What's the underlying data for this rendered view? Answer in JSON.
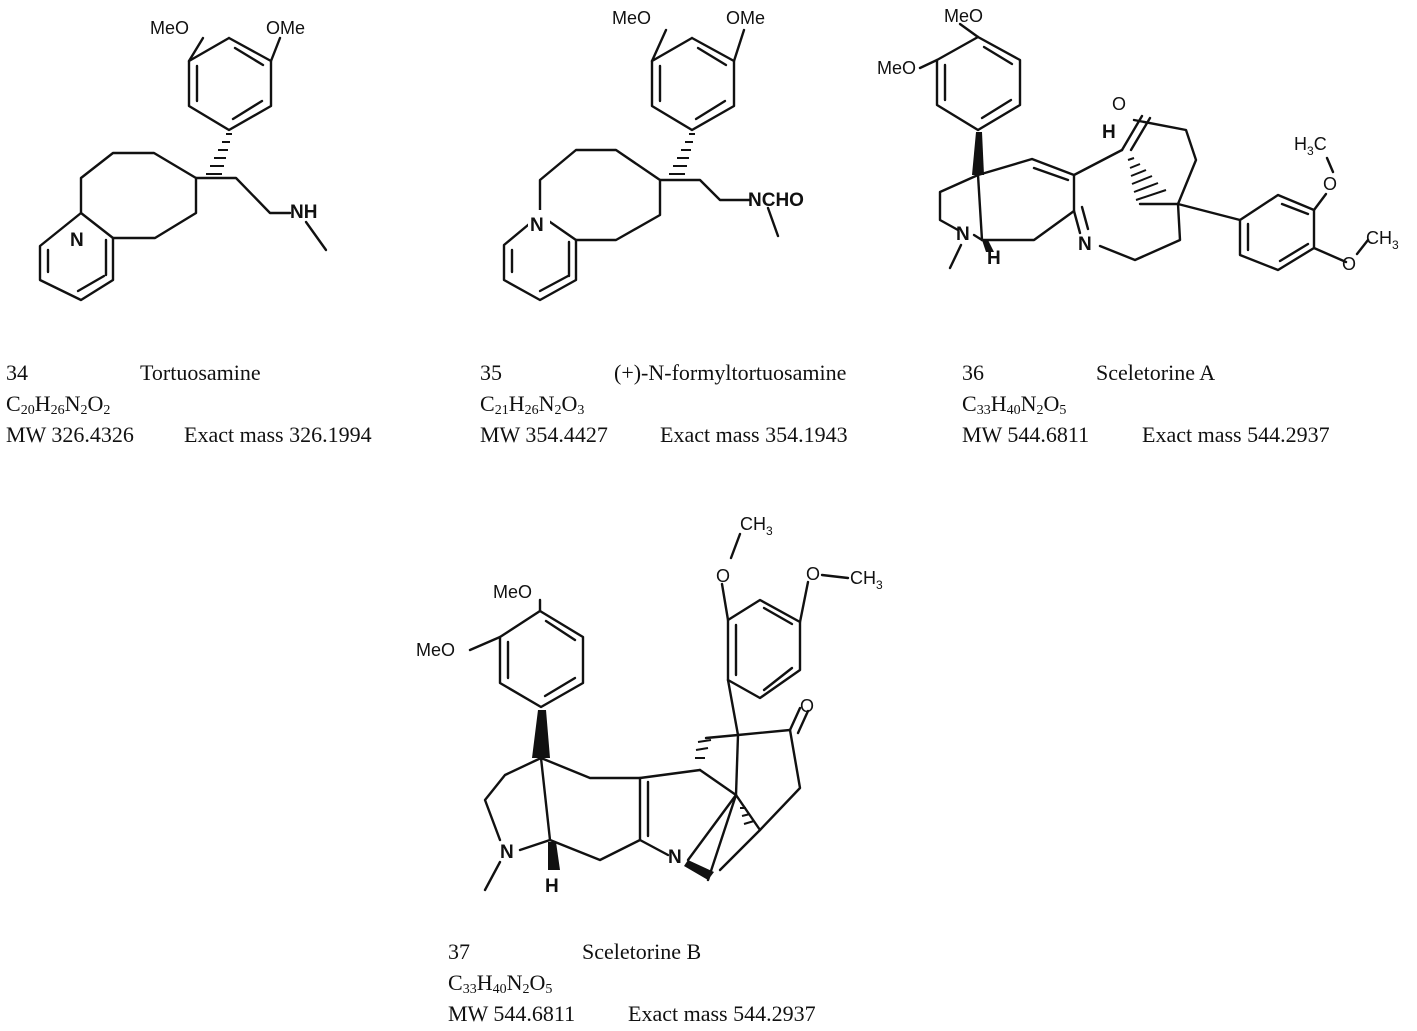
{
  "compounds": [
    {
      "number": "34",
      "name": "Tortuosamine",
      "formula": [
        [
          "C",
          "20"
        ],
        [
          "H",
          "26"
        ],
        [
          "N",
          "2"
        ],
        [
          "O",
          "2"
        ]
      ],
      "mw": "MW 326.4326",
      "exact": "Exact mass 326.1994"
    },
    {
      "number": "35",
      "name": "(+)-N-formyltortuosamine",
      "formula": [
        [
          "C",
          "21"
        ],
        [
          "H",
          "26"
        ],
        [
          "N",
          "2"
        ],
        [
          "O",
          "3"
        ]
      ],
      "mw": "MW 354.4427",
      "exact": "Exact mass 354.1943"
    },
    {
      "number": "36",
      "name": "Sceletorine A",
      "formula": [
        [
          "C",
          "33"
        ],
        [
          "H",
          "40"
        ],
        [
          "N",
          "2"
        ],
        [
          "O",
          "5"
        ]
      ],
      "mw": "MW 544.6811",
      "exact": "Exact mass 544.2937"
    },
    {
      "number": "37",
      "name": "Sceletorine B",
      "formula": [
        [
          "C",
          "33"
        ],
        [
          "H",
          "40"
        ],
        [
          "N",
          "2"
        ],
        [
          "O",
          "5"
        ]
      ],
      "mw": "MW 544.6811",
      "exact": "Exact mass 544.2937"
    }
  ],
  "atoms": {
    "meo": "MeO",
    "ome": "OMe",
    "nh": "NH",
    "n": "N",
    "ncho": "NCHO",
    "o": "O",
    "h": "H",
    "ch3": "CH",
    "h3c": "H",
    "c": "C",
    "sub3": "3"
  }
}
